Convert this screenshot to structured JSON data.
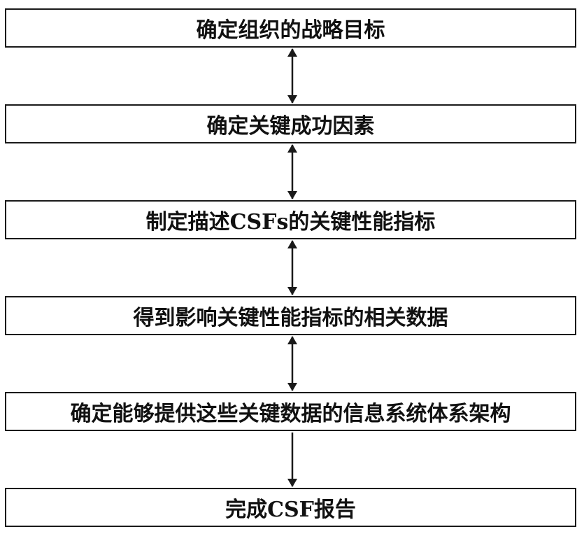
{
  "steps": [
    {
      "label": "确定组织的战略目标"
    },
    {
      "label": "确定关键成功因素"
    },
    {
      "label": "制定描述CSFs的关键性能指标"
    },
    {
      "label": "得到影响关键性能指标的相关数据"
    },
    {
      "label": "确定能够提供这些关键数据的信息系统体系架构"
    },
    {
      "label": "完成CSF报告"
    }
  ],
  "connectors": [
    {
      "from": 0,
      "to": 1,
      "style": "bidirectional"
    },
    {
      "from": 1,
      "to": 2,
      "style": "bidirectional"
    },
    {
      "from": 2,
      "to": 3,
      "style": "bidirectional"
    },
    {
      "from": 3,
      "to": 4,
      "style": "bidirectional"
    },
    {
      "from": 4,
      "to": 5,
      "style": "forward"
    }
  ],
  "colors": {
    "stroke": "#1a1a1a",
    "text": "#111111",
    "background": "#ffffff"
  }
}
